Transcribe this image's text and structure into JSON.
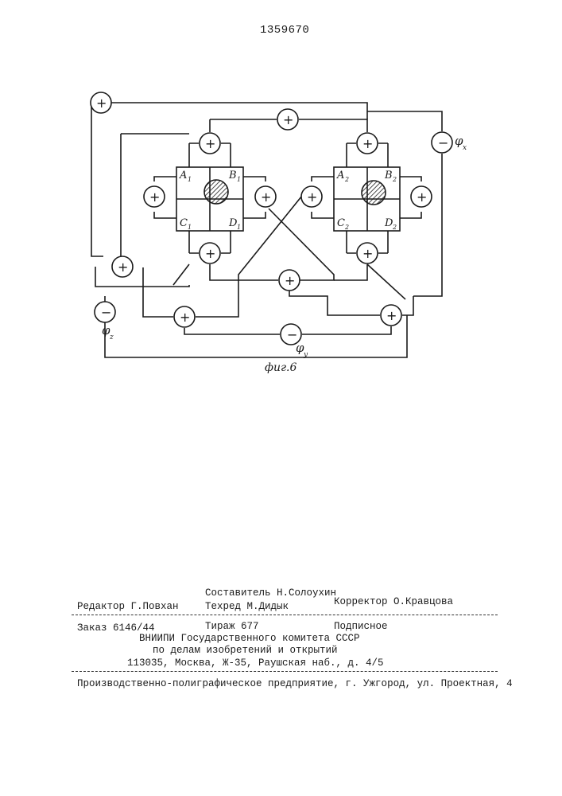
{
  "patent_number": "1359670",
  "figure": {
    "caption": "фиг.6",
    "sum_sign": "+",
    "diff_sign": "−",
    "quadrant_labels_1": [
      "A",
      "B",
      "C",
      "D"
    ],
    "quadrant_labels_2": [
      "A",
      "B",
      "C",
      "D"
    ],
    "subscript_1": "1",
    "subscript_2": "2",
    "output_x": "φ",
    "output_x_sub": "x",
    "output_y": "φ",
    "output_y_sub": "y",
    "output_z": "φ",
    "output_z_sub": "z"
  },
  "imprint": {
    "editor": "Редактор Г.Повхан",
    "compiler": "Составитель Н.Солоухин",
    "techred": "Техред М.Дидык",
    "corrector": "Корректор О.Кравцова",
    "order": "Заказ 6146/44",
    "circulation": "Тираж 677",
    "subscription": "Подписное",
    "org_line1": "ВНИИПИ Государственного комитета СССР",
    "org_line2": "по делам изобретений и открытий",
    "address": "113035, Москва, Ж-35, Раушская наб., д. 4/5",
    "printer": "Производственно-полиграфическое предприятие, г. Ужгород, ул. Проектная, 4"
  }
}
